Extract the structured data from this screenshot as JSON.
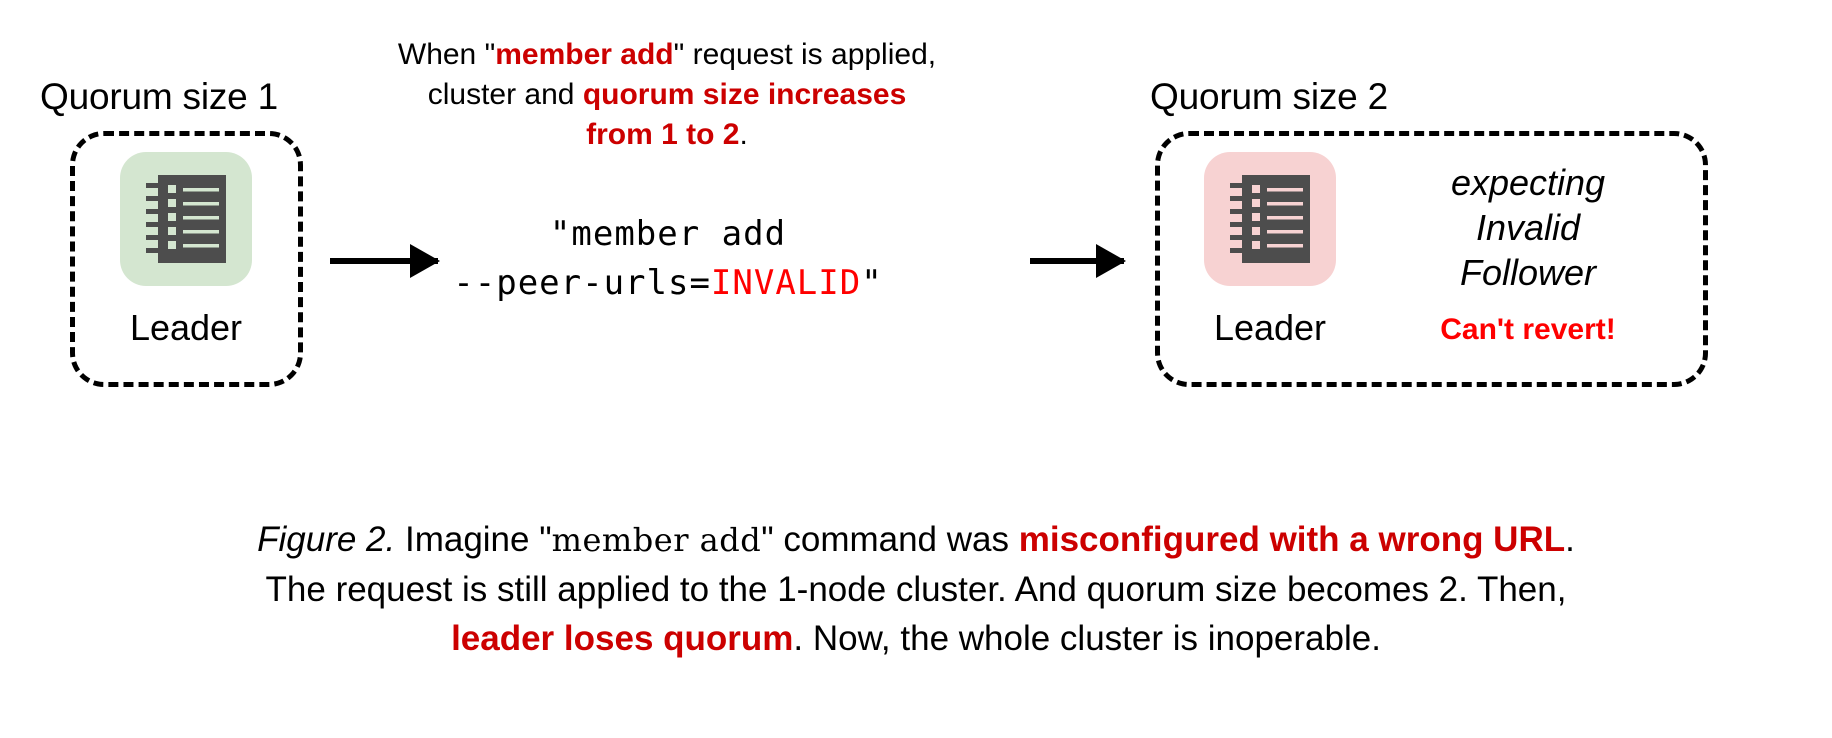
{
  "figure": {
    "label": "Figure 2.",
    "body_1": " Imagine \"",
    "command_inline": "member add",
    "body_2": "\" command was ",
    "highlight_1": "misconfigured with a wrong URL",
    "body_3": ".",
    "line2": "The request is still applied to the 1-node cluster. And quorum size becomes 2. Then,",
    "highlight_2": "leader loses quorum",
    "body_4": ". Now, the whole cluster is inoperable."
  },
  "annotation": {
    "part_1": "When \"",
    "emphasis_1": "member add",
    "part_2": "\" request is applied,",
    "part_3": "cluster and ",
    "emphasis_2": "quorum size increases",
    "emphasis_3": "from 1 to 2",
    "part_4": "."
  },
  "clusters": {
    "left": {
      "quorum_label": "Quorum size 1",
      "node_label": "Leader",
      "node_icon": "ledger-icon",
      "tile_color": "#d4e6d0",
      "tile_shadow": "#aebfa9",
      "icon_color": "#4d4d4d"
    },
    "right": {
      "quorum_label": "Quorum size 2",
      "node_label": "Leader",
      "node_icon": "ledger-icon",
      "tile_color": "#f7d2d2",
      "tile_shadow": "#c99a9a",
      "icon_color": "#4d4d4d",
      "note_lines": [
        "expecting",
        "Invalid",
        "Follower"
      ],
      "warning": "Can't revert!"
    }
  },
  "command": {
    "line_1": "\"member add",
    "line_2_prefix": "--peer-urls=",
    "line_2_value": "INVALID",
    "line_2_suffix": "\""
  },
  "arrows": {
    "first": "arrow-right",
    "second": "arrow-right"
  },
  "colors": {
    "emphasis_red": "#CC0000",
    "warning_red": "#FF0000",
    "ink": "#000000",
    "background": "#FFFFFF"
  }
}
